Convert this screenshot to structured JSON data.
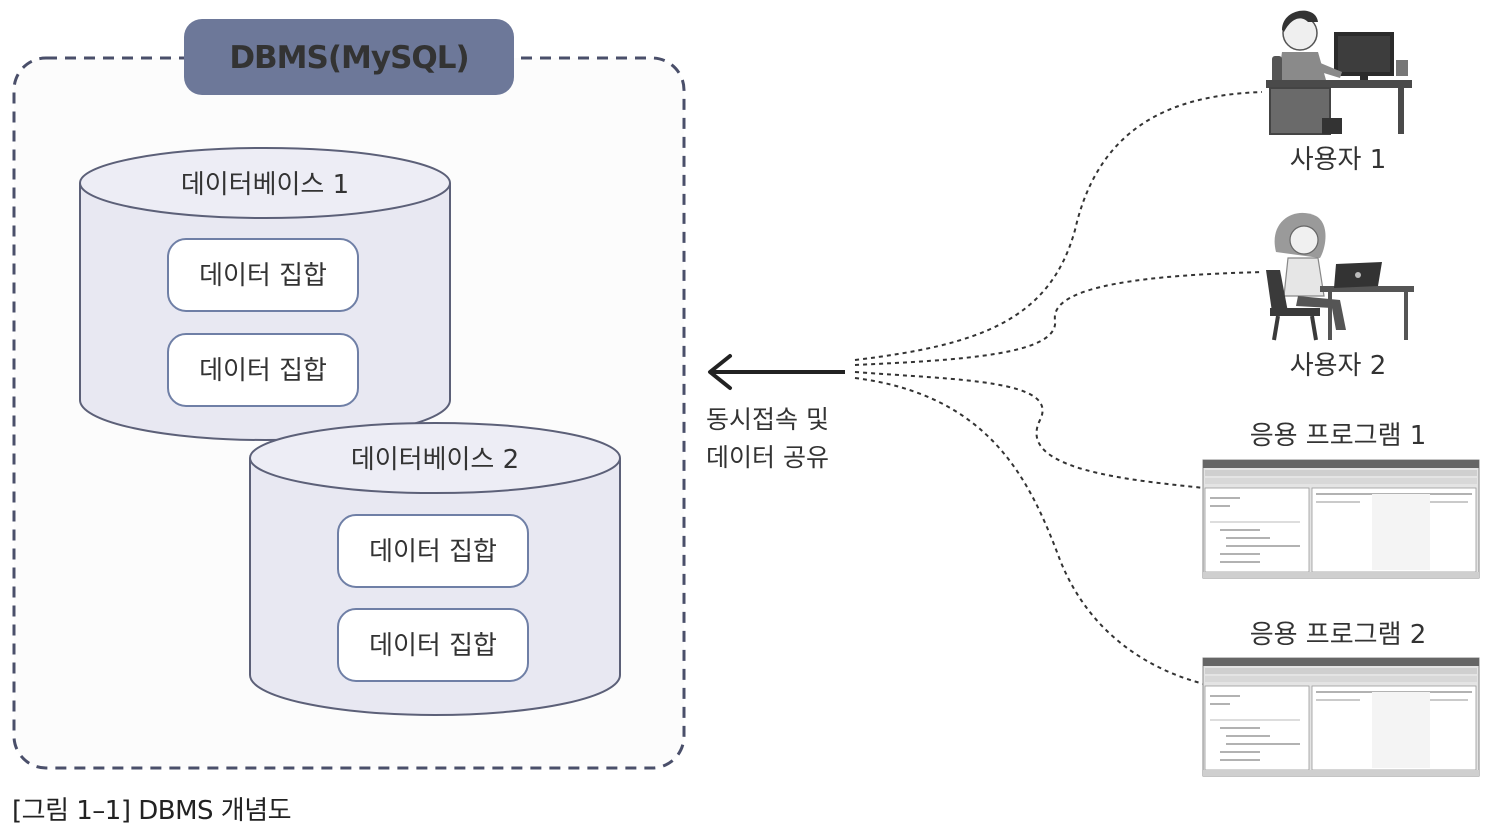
{
  "dbms": {
    "title": "DBMS(MySQL)"
  },
  "databases": [
    {
      "name": "데이터베이스 1",
      "sets": [
        "데이터 집합",
        "데이터 집합"
      ]
    },
    {
      "name": "데이터베이스 2",
      "sets": [
        "데이터 집합",
        "데이터 집합"
      ]
    }
  ],
  "connection": {
    "line1": "동시접속 및",
    "line2": "데이터 공유"
  },
  "clients": {
    "user1": "사용자 1",
    "user2": "사용자 2",
    "app1": "응용 프로그램 1",
    "app2": "응용 프로그램 2"
  },
  "caption": "[그림 1–1] DBMS 개념도",
  "colors": {
    "container_border": "#4a4f6a",
    "title_badge": "#6d7899",
    "cylinder_fill": "#e8e8f2",
    "cylinder_stroke": "#5c6078",
    "box_stroke": "#6f7fa6",
    "person_gray": "#555555"
  }
}
